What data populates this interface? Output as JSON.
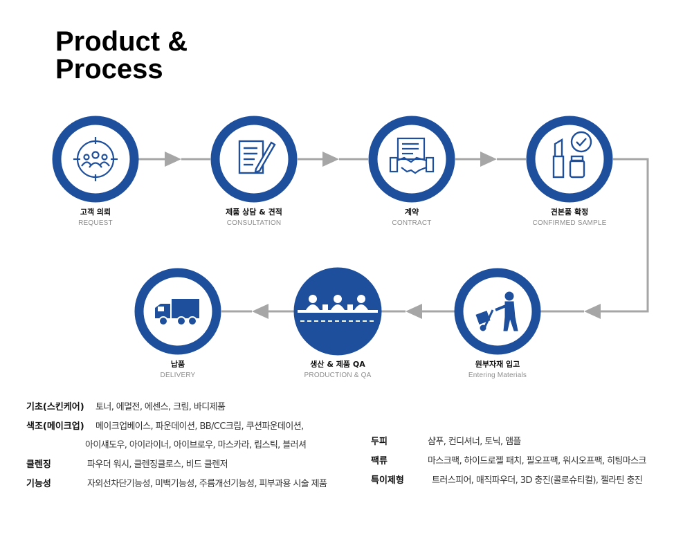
{
  "title": {
    "line1": "Product &",
    "line2": "Process"
  },
  "colors": {
    "circle": "#1e4f9c",
    "arrow": "#a6a6a6",
    "icon": "#1e4f9c"
  },
  "steps": [
    {
      "kr": "고객 의뢰",
      "en": "REQUEST",
      "icon": "people-target-icon"
    },
    {
      "kr": "제품 상담 & 견적",
      "en": "CONSULTATION",
      "icon": "document-pen-icon"
    },
    {
      "kr": "계약",
      "en": "CONTRACT",
      "icon": "handshake-contract-icon"
    },
    {
      "kr": "견본품 확정",
      "en": "CONFIRMED SAMPLE",
      "icon": "cosmetics-check-icon"
    },
    {
      "kr": "원부자재 입고",
      "en": "Entering Materials",
      "icon": "hand-truck-worker-icon"
    },
    {
      "kr": "생산 & 제품 QA",
      "en": "PRODUCTION & QA",
      "icon": "production-line-icon"
    },
    {
      "kr": "납품",
      "en": "DELIVERY",
      "icon": "delivery-truck-icon"
    }
  ],
  "categories_left": [
    {
      "name": "기초(스킨케어)",
      "lines": [
        "토너, 에멀전, 에센스, 크림,  바디제품"
      ]
    },
    {
      "name": "색조(메이크업)",
      "lines": [
        "메이크업베이스, 파운데이션, BB/CC크림, 쿠션파운데이션,",
        "아이섀도우, 아이라이너, 아이브로우, 마스카라, 립스틱, 블러셔"
      ]
    },
    {
      "name": "클렌징",
      "lines": [
        "파우더 워시, 클렌징클로스, 비드 클렌저"
      ]
    },
    {
      "name": "기능성",
      "lines": [
        "자외선차단기능성, 미백기능성, 주름개선기능성, 피부과용 시술 제품"
      ]
    }
  ],
  "categories_right": [
    {
      "name": "두피",
      "lines": [
        "샴푸, 컨디셔너, 토닉, 앰플"
      ]
    },
    {
      "name": "팩류",
      "lines": [
        "마스크팩, 하이드로젤 패치, 필오프팩, 워시오프팩, 히팅마스크"
      ]
    },
    {
      "name": "특이제형",
      "lines": [
        "트러스피어, 매직파우더, 3D 충진(콜로슈티컬), 젤라틴 충진"
      ]
    }
  ]
}
